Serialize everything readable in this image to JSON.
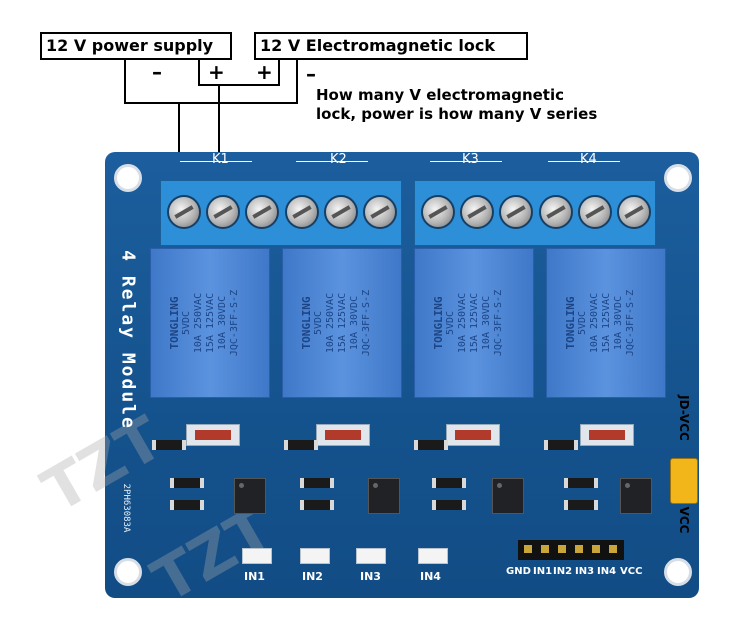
{
  "labels": {
    "power_supply": "12 V power supply",
    "lock": "12 V Electromagnetic lock",
    "minus_left": "–",
    "plus_left": "+",
    "plus_right": "+",
    "minus_right": "–"
  },
  "note": {
    "line1": "How many V electromagnetic",
    "line2": "lock, power is how many V series"
  },
  "board": {
    "title": "4 Relay Module",
    "pcb_code": "2PH63083A",
    "relays": [
      "K1",
      "K2",
      "K3",
      "K4"
    ],
    "relay_text": {
      "brand": "TONGLING",
      "v5": "5VDC",
      "r1": "10A 250VAC",
      "r2": "15A 125VAC",
      "r3": "10A 30VDC",
      "model": "JQC-3FF-S-Z"
    },
    "inputs": [
      "IN1",
      "IN2",
      "IN3",
      "IN4"
    ],
    "header": [
      "GND",
      "IN1",
      "IN2",
      "IN3",
      "IN4",
      "VCC"
    ],
    "jd_vcc": "JD-VCC",
    "vcc_side": "VCC"
  },
  "watermark": "TZT"
}
